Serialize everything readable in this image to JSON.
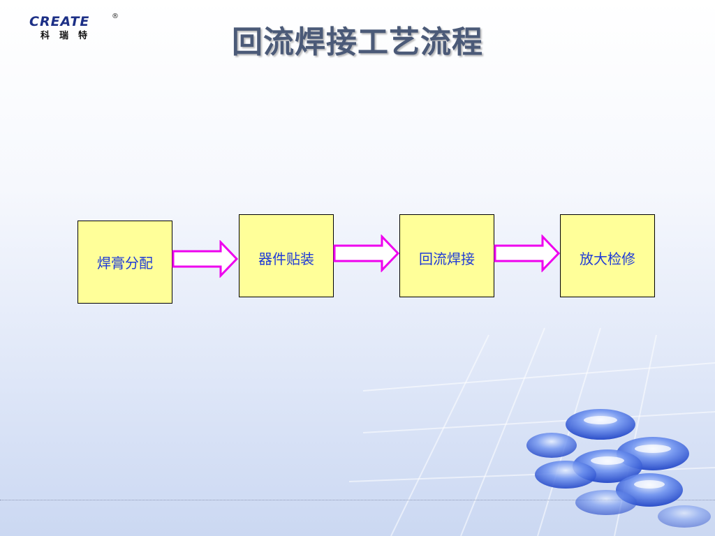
{
  "logo": {
    "brand": "CREATE",
    "registered": "®",
    "chinese": "科瑞特"
  },
  "title": "回流焊接工艺流程",
  "steps": [
    {
      "label": "焊膏分配"
    },
    {
      "label": "器件贴装"
    },
    {
      "label": "回流焊接"
    },
    {
      "label": "放大检修"
    }
  ],
  "colors": {
    "box_fill": "#ffff99",
    "box_text": "#1f3bd6",
    "arrow_outline": "#ee00ee",
    "title_text": "#4b5a78"
  }
}
